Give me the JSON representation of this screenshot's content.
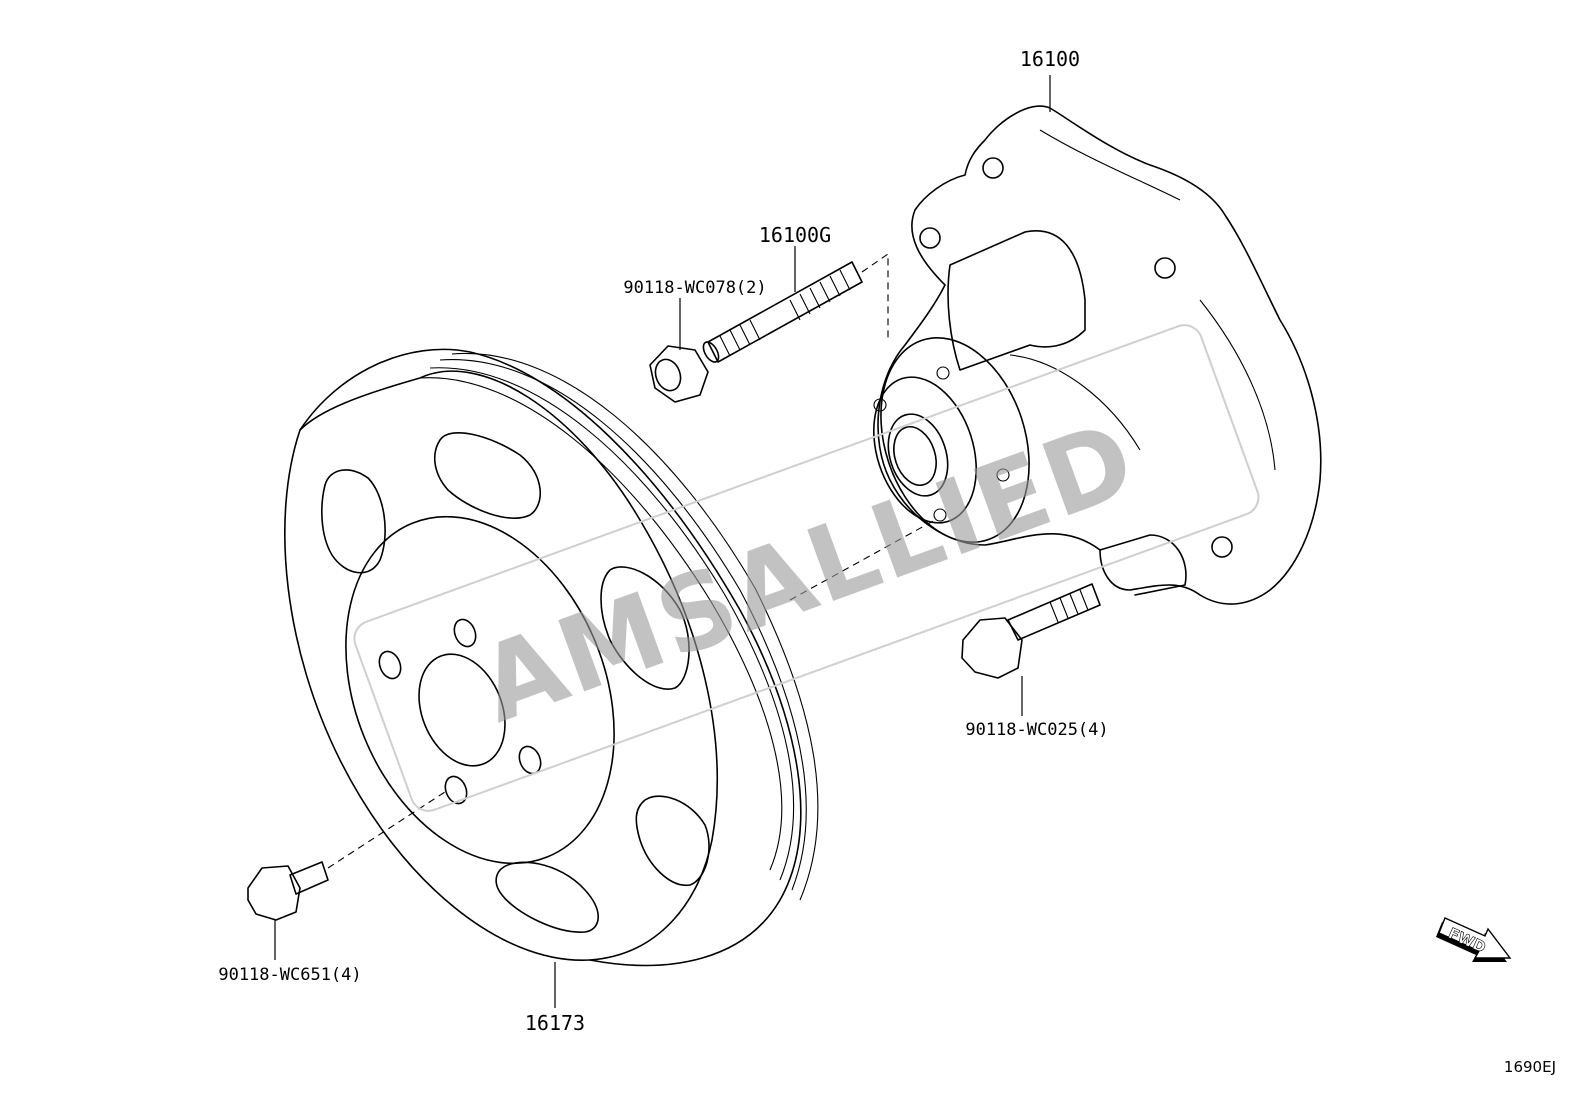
{
  "diagram": {
    "code": "1690EJ",
    "watermark": "AMSALLIED",
    "fwd_label": "FWD",
    "parts": [
      {
        "id": "water-pump",
        "label": "16100"
      },
      {
        "id": "stud",
        "label": "16100G"
      },
      {
        "id": "nut",
        "label": "90118-WC078(2)"
      },
      {
        "id": "pump-bolt",
        "label": "90118-WC025(4)"
      },
      {
        "id": "pulley-bolt",
        "label": "90118-WC651(4)"
      },
      {
        "id": "pulley",
        "label": "16173"
      }
    ]
  }
}
